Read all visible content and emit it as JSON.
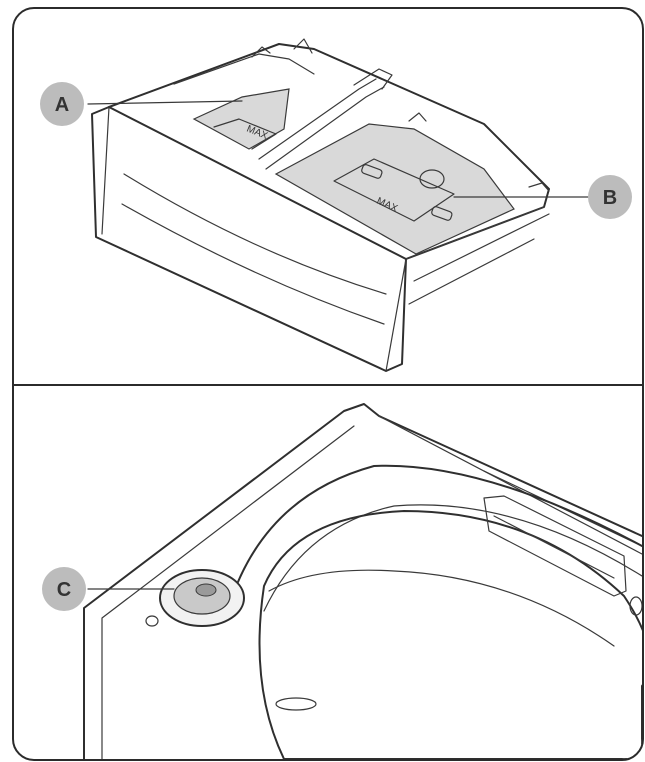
{
  "callouts": {
    "a": "A",
    "b": "B",
    "c": "C"
  },
  "compartments": {
    "left_max_label": "MAX",
    "right_max_label": "MAX"
  },
  "colors": {
    "outline": "#2f2f2f",
    "callout_fill": "#bcbcbc",
    "compartment_shade": "#d9d9d9"
  },
  "icons": {
    "panel_top": "detergent-drawer-illustration",
    "panel_bottom": "washer-top-illustration"
  }
}
